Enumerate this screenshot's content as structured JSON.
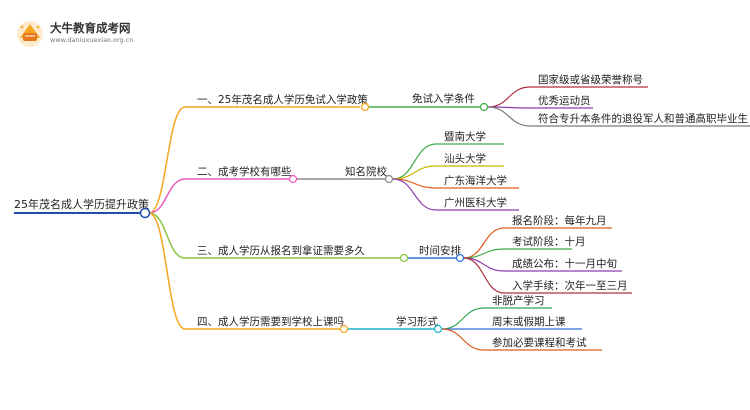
{
  "logo": {
    "name": "大牛教育成考网",
    "url": "www.daniuxuexiao.org.cn",
    "icon": "book-icon"
  },
  "mindmap": {
    "root": "25年茂名成人学历提升政策",
    "branches": [
      {
        "label": "一、25年茂名成人学历免试入学政策",
        "color": "#f5a623",
        "child": {
          "label": "免试入学条件",
          "color": "#3fae49",
          "items": [
            "国家级或省级荣誉称号",
            "优秀运动员",
            "符合专升本条件的退役军人和普通高职毕业生"
          ]
        }
      },
      {
        "label": "二、成考学校有哪些",
        "color": "#e85bbf",
        "child": {
          "label": "知名院校",
          "color": "#8a8a8a",
          "items": [
            "暨南大学",
            "汕头大学",
            "广东海洋大学",
            "广州医科大学"
          ]
        }
      },
      {
        "label": "三、成人学历从报名到拿证需要多久",
        "color": "#8cc63f",
        "child": {
          "label": "时间安排",
          "color": "#2f6fd6",
          "items": [
            "报名阶段：每年九月",
            "考试阶段：十月",
            "成绩公布：十一月中旬",
            "入学手续：次年一至三月"
          ]
        }
      },
      {
        "label": "四、成人学历需要到学校上课吗",
        "color": "#f5a623",
        "child": {
          "label": "学习形式",
          "color": "#1fb4c9",
          "items": [
            "非脱产学习",
            "周末或假期上课",
            "参加必要课程和考试"
          ]
        }
      }
    ]
  },
  "colors": {
    "root_line": "#1f4ea8",
    "leaf_colors": [
      [
        "#b0313f",
        "#8e3fb0",
        "#7a7a7a"
      ],
      [
        "#3fae49",
        "#c9b500",
        "#e05a1a",
        "#8e3fb0"
      ],
      [
        "#e05a1a",
        "#3fae49",
        "#8e3fb0",
        "#b0313f"
      ],
      [
        "#2fa84f",
        "#2f6fd6",
        "#e05a1a"
      ]
    ]
  }
}
